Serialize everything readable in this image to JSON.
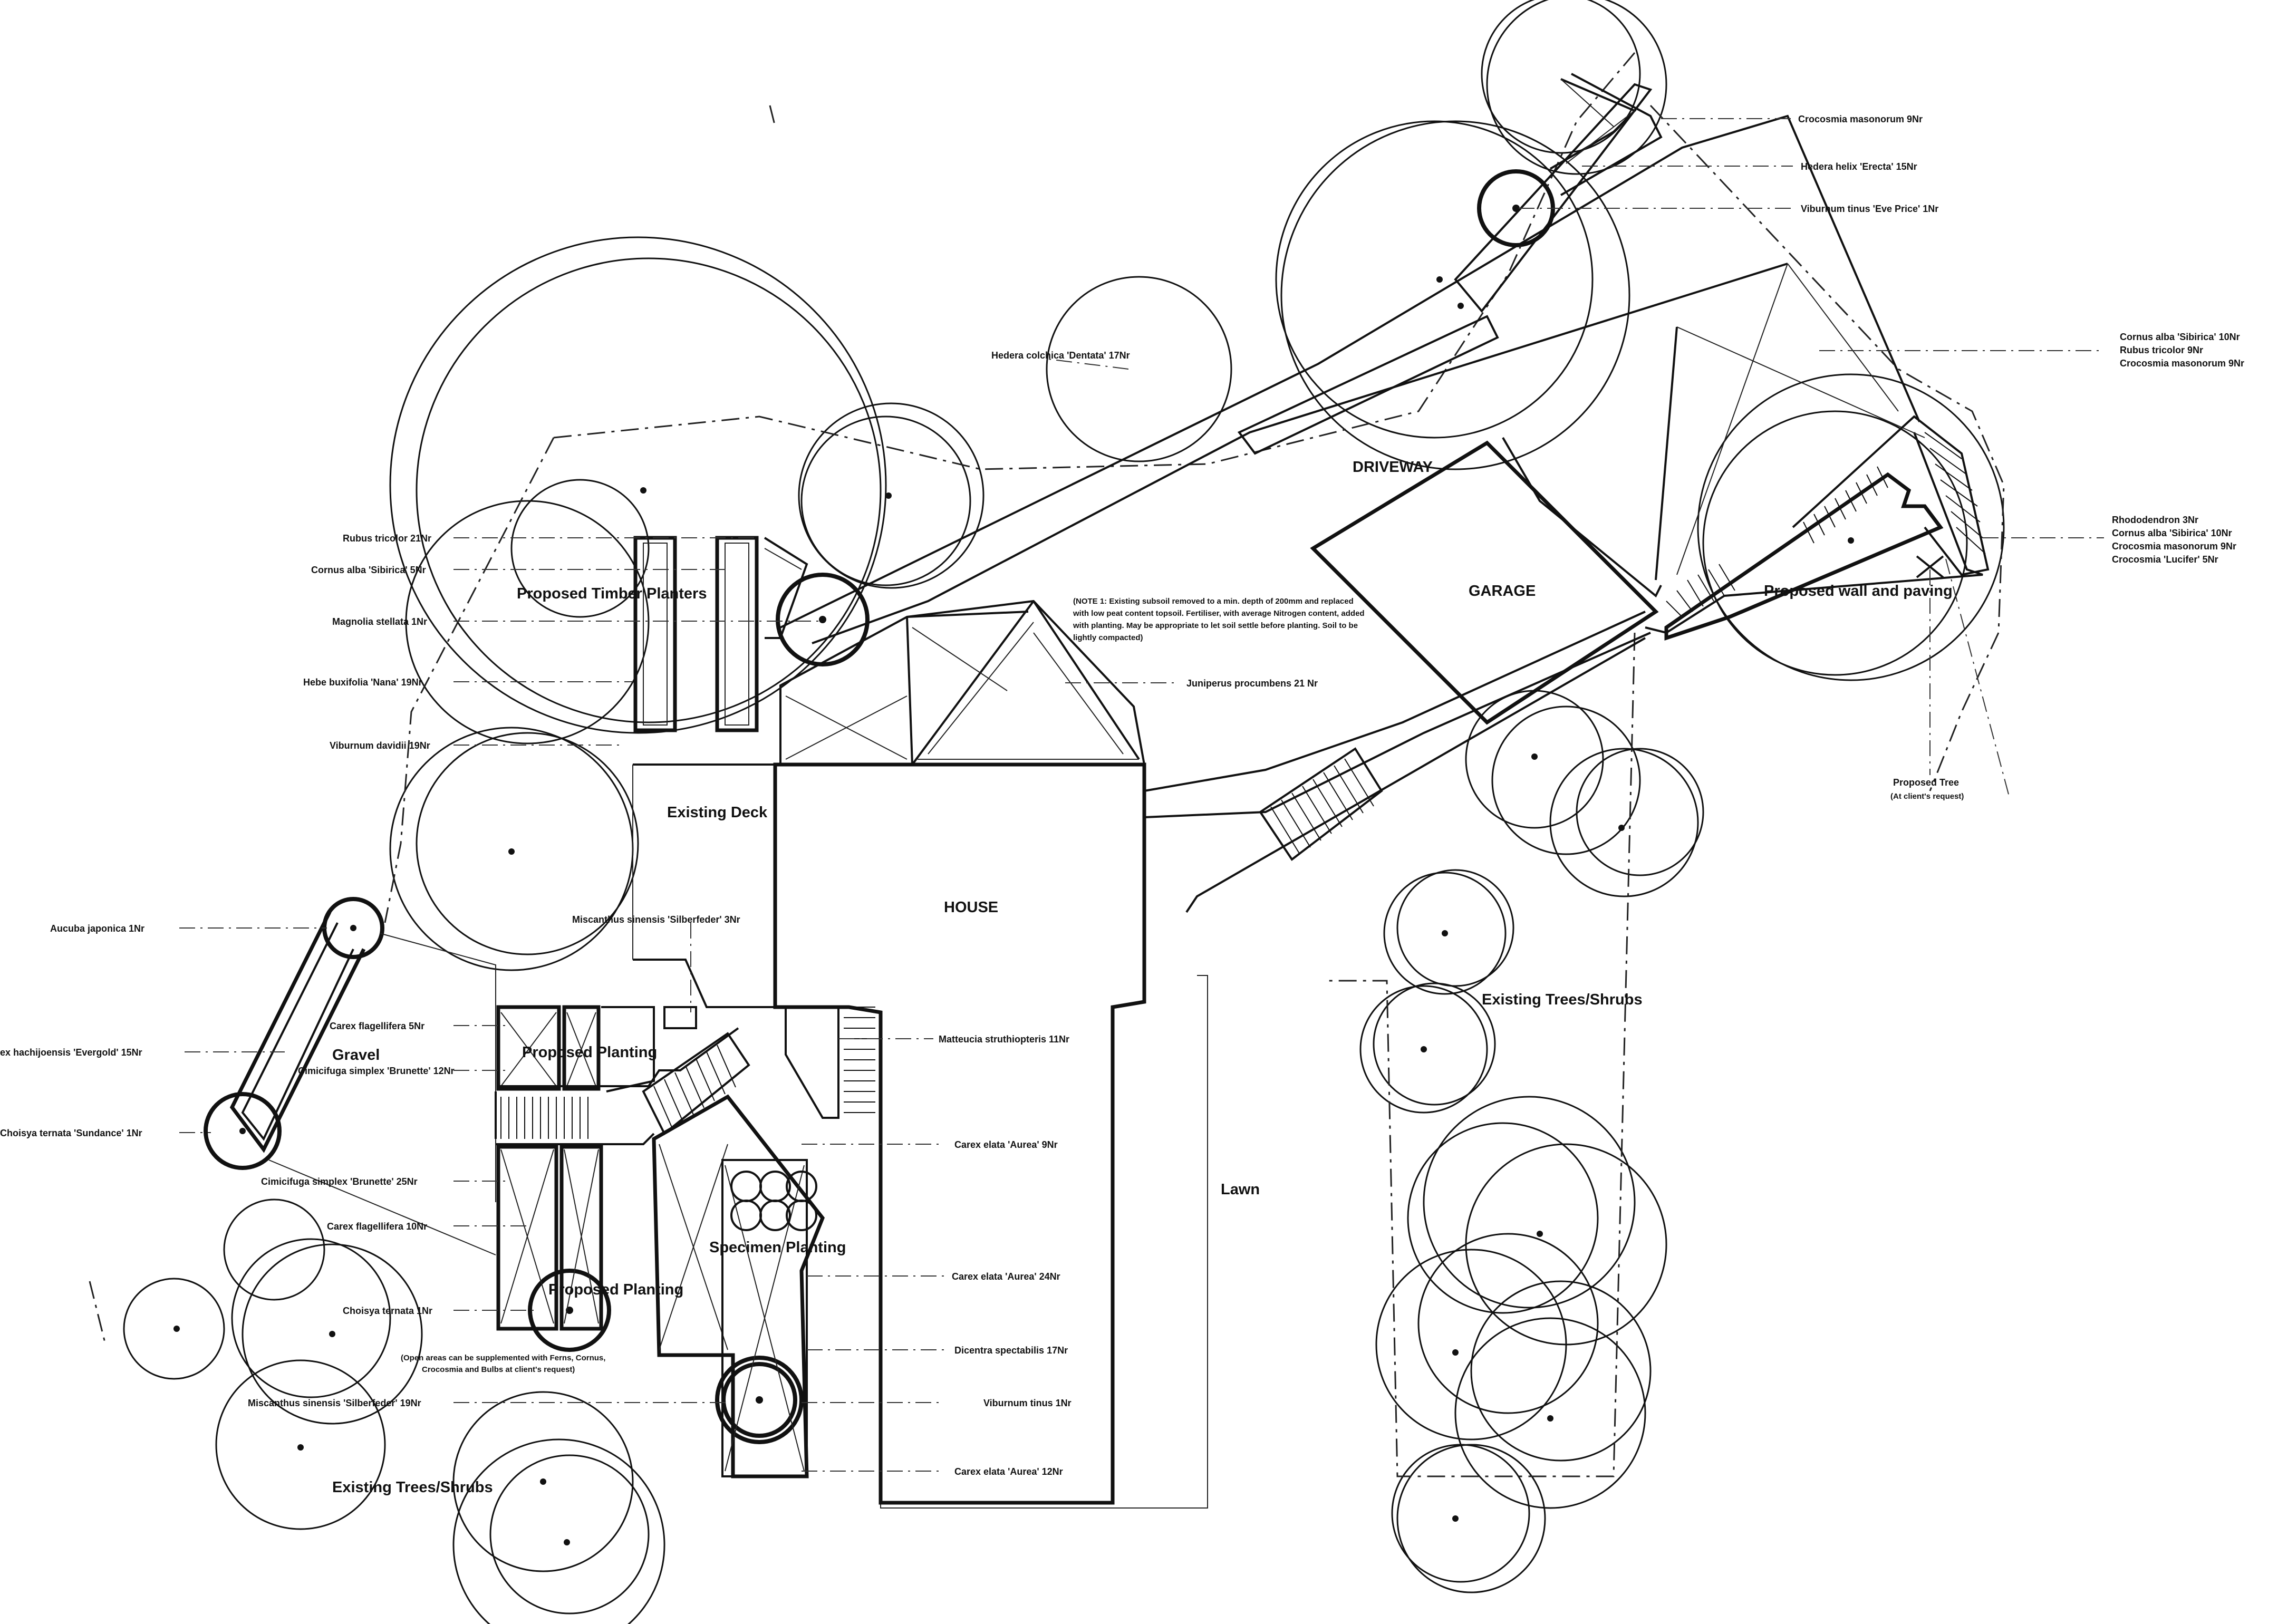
{
  "areas": {
    "driveway": "DRIVEWAY",
    "garage": "GARAGE",
    "house": "HOUSE",
    "existing_deck": "Existing Deck",
    "lawn": "Lawn",
    "gravel": "Gravel",
    "timber_planters": "Proposed Timber Planters",
    "wall_paving": "Proposed wall and paving",
    "planting_upper": "Proposed Planting",
    "planting_lower": "Proposed Planting",
    "specimen": "Specimen Planting",
    "trees_east": "Existing Trees/Shrubs",
    "trees_south": "Existing Trees/Shrubs"
  },
  "proposed_tree": {
    "line1": "Proposed Tree",
    "line2": "(At client's request)"
  },
  "notes": {
    "subsoil": [
      "(NOTE 1: Existing subsoil removed to a min. depth of 200mm and replaced",
      "with low peat content topsoil.  Fertiliser, with average Nitrogen content, added",
      "with planting.  May be appropriate to let soil settle before planting.  Soil to be",
      "lightly compacted)"
    ],
    "open_areas": [
      "(Open areas can be supplemented with Ferns, Cornus,",
      "Crocosmia and Bulbs at client's request)"
    ]
  },
  "plant_labels": [
    "Crocosmia masonorum  9Nr",
    "Hedera helix 'Erecta'  15Nr",
    "Viburnum tinus 'Eve Price'  1Nr",
    "Cornus alba 'Sibirica'  10Nr",
    "Rubus tricolor  9Nr",
    "Crocosmia masonorum  9Nr",
    "Rhododendron  3Nr",
    "Cornus alba 'Sibirica'  10Nr",
    "Crocosmia masonorum  9Nr",
    "Crocosmia 'Lucifer'  5Nr",
    "Hedera colchica 'Dentata'  17Nr",
    "Juniperus procumbens  21 Nr",
    "Rubus tricolor  21Nr",
    "Cornus alba 'Sibirica'  5Nr",
    "Magnolia stellata  1Nr",
    "Hebe buxifolia 'Nana'  19Nr",
    "Viburnum davidii  19Nr",
    "Aucuba japonica  1Nr",
    "Miscanthus sinensis 'Silberfeder'  3Nr",
    "Carex flagellifera  5Nr",
    "ex hachijoensis 'Evergold'  15Nr",
    "Cimicifuga simplex 'Brunette'  12Nr",
    "Choisya ternata 'Sundance'  1Nr",
    "Cimicifuga simplex 'Brunette'  25Nr",
    "Carex flagellifera  10Nr",
    "Choisya ternata  1Nr",
    "Miscanthus sinensis 'Silberfeder'  19Nr",
    "Matteucia struthiopteris  11Nr",
    "Carex elata 'Aurea'  9Nr",
    "Carex elata 'Aurea'  24Nr",
    "Dicentra spectabilis  17Nr",
    "Viburnum tinus  1Nr",
    "Carex elata 'Aurea'  12Nr"
  ]
}
